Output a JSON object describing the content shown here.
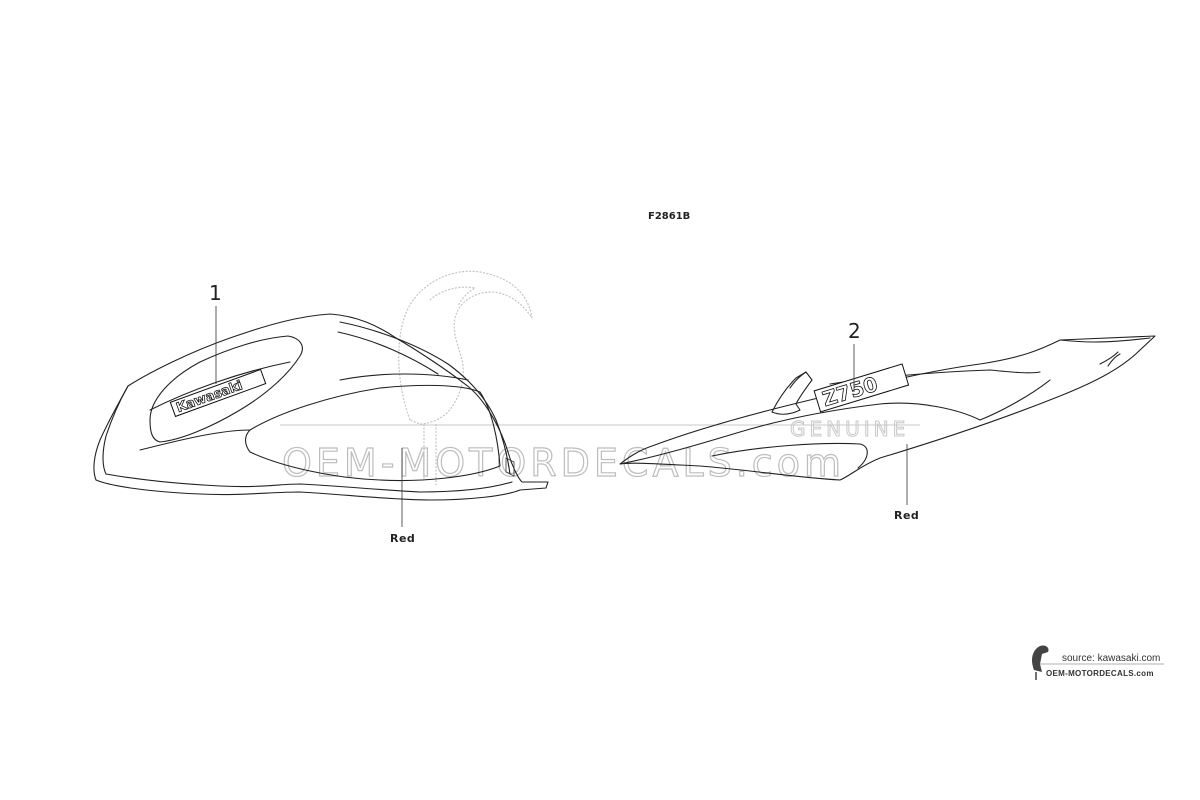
{
  "figure": {
    "code": "F2861B"
  },
  "callouts": [
    {
      "number": "1",
      "note": "Red"
    },
    {
      "number": "2",
      "note": "Red"
    }
  ],
  "decals": {
    "tank_emblem_text": "Kawasaki",
    "tail_emblem_text": "Z750"
  },
  "watermark": {
    "main_text": "OEM-MOTORDECALS.com",
    "sub_text": "GENUINE"
  },
  "source": {
    "line1": "source: kawasaki.com",
    "line2": "OEM-MOTORDECALS.com"
  },
  "colors": {
    "line": "#222222",
    "watermark": "#c4c4c4",
    "background": "#ffffff"
  }
}
